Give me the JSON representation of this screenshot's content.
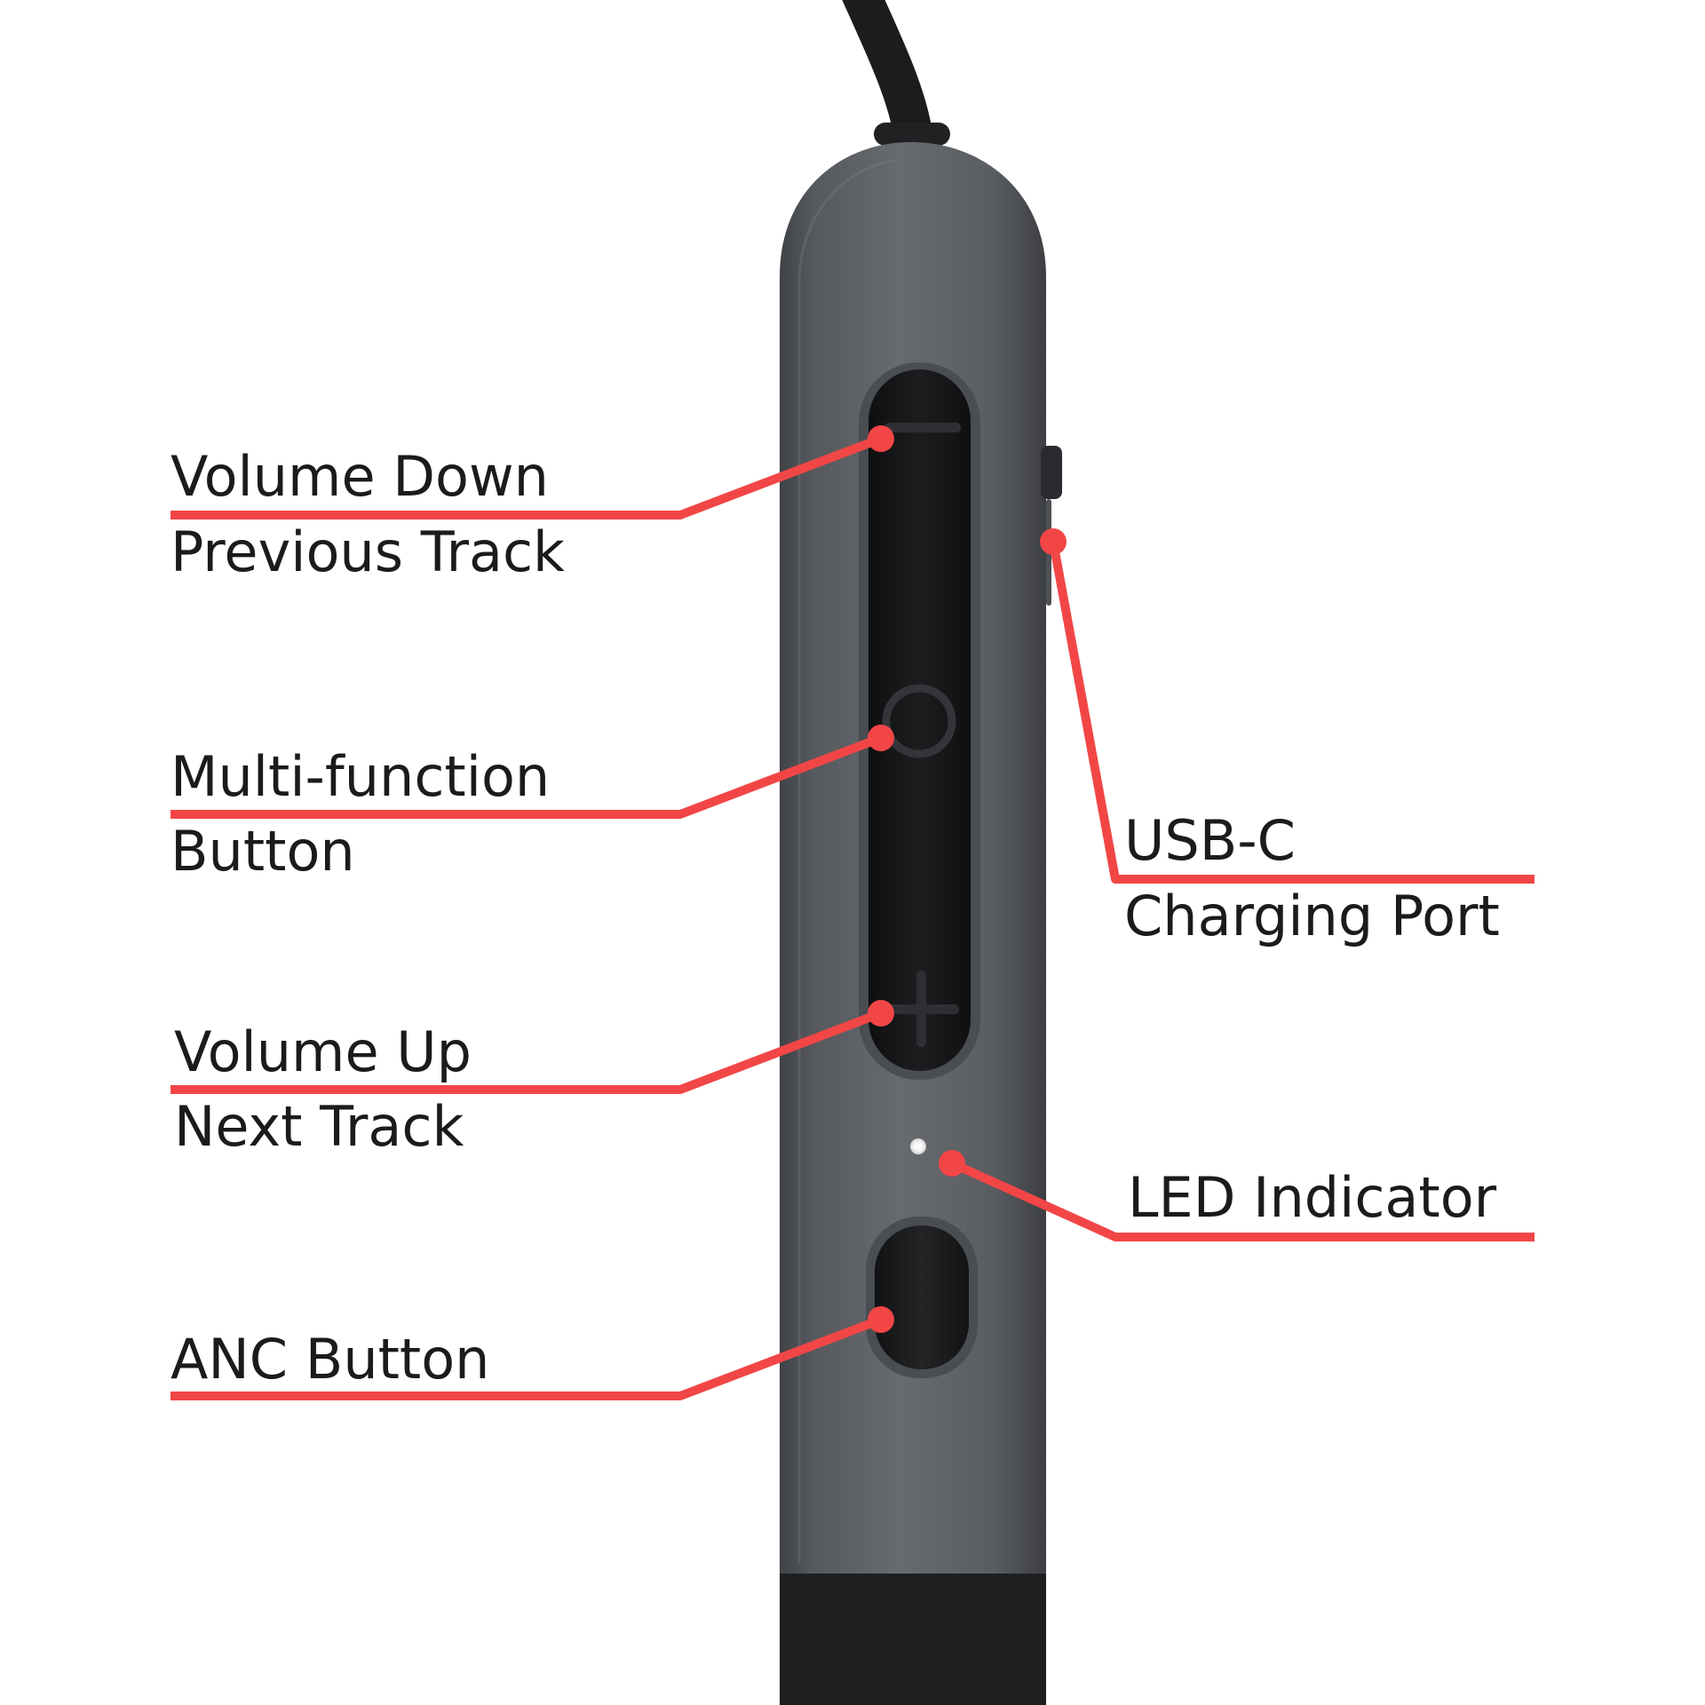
{
  "callouts": {
    "volume_down": {
      "line1": "Volume Down",
      "line2": "Previous Track"
    },
    "multi_function": {
      "line1": "Multi-function",
      "line2": "Button"
    },
    "volume_up": {
      "line1": "Volume Up",
      "line2": "Next Track"
    },
    "anc": {
      "line1": "ANC Button"
    },
    "usb_c": {
      "line1": "USB-C",
      "line2": "Charging Port"
    },
    "led": {
      "line1": "LED Indicator"
    }
  },
  "colors": {
    "callout_line": "#f24646",
    "background": "#ffffff",
    "label_text": "#1b1b1b",
    "housing": "#5b5e62",
    "button_panel": "#151617",
    "cable": "#1c1c1c",
    "led": "#ffffff"
  }
}
